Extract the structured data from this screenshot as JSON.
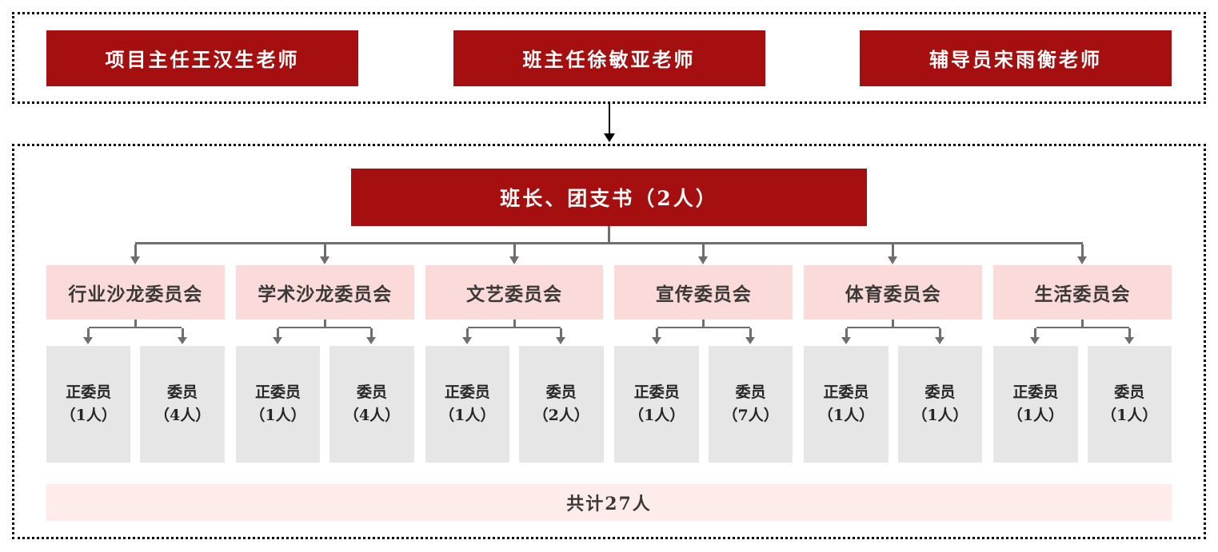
{
  "colors": {
    "dark_red": "#A50F0F",
    "committee_pink": "#FBDBD9",
    "total_bar_pink": "#FDECEA",
    "member_gray": "#E7E6E6",
    "connector_gray": "#6E6E6E",
    "section_border": "#000000"
  },
  "advisors": {
    "boxes": [
      {
        "label": "项目主任王汉生老师"
      },
      {
        "label": "班主任徐敏亚老师"
      },
      {
        "label": "辅导员宋雨衡老师"
      }
    ]
  },
  "org": {
    "root_label": "班长、团支书（2人）",
    "committees": [
      {
        "name": "行业沙龙委员会",
        "members": [
          {
            "role": "正委员",
            "count": "（1人）"
          },
          {
            "role": "委员",
            "count": "（4人）"
          }
        ]
      },
      {
        "name": "学术沙龙委员会",
        "members": [
          {
            "role": "正委员",
            "count": "（1人）"
          },
          {
            "role": "委员",
            "count": "（4人）"
          }
        ]
      },
      {
        "name": "文艺委员会",
        "members": [
          {
            "role": "正委员",
            "count": "（1人）"
          },
          {
            "role": "委员",
            "count": "（2人）"
          }
        ]
      },
      {
        "name": "宣传委员会",
        "members": [
          {
            "role": "正委员",
            "count": "（1人）"
          },
          {
            "role": "委员",
            "count": "（7人）"
          }
        ]
      },
      {
        "name": "体育委员会",
        "members": [
          {
            "role": "正委员",
            "count": "（1人）"
          },
          {
            "role": "委员",
            "count": "（1人）"
          }
        ]
      },
      {
        "name": "生活委员会",
        "members": [
          {
            "role": "正委员",
            "count": "（1人）"
          },
          {
            "role": "委员",
            "count": "（1人）"
          }
        ]
      }
    ],
    "total_label": "共计27人"
  }
}
